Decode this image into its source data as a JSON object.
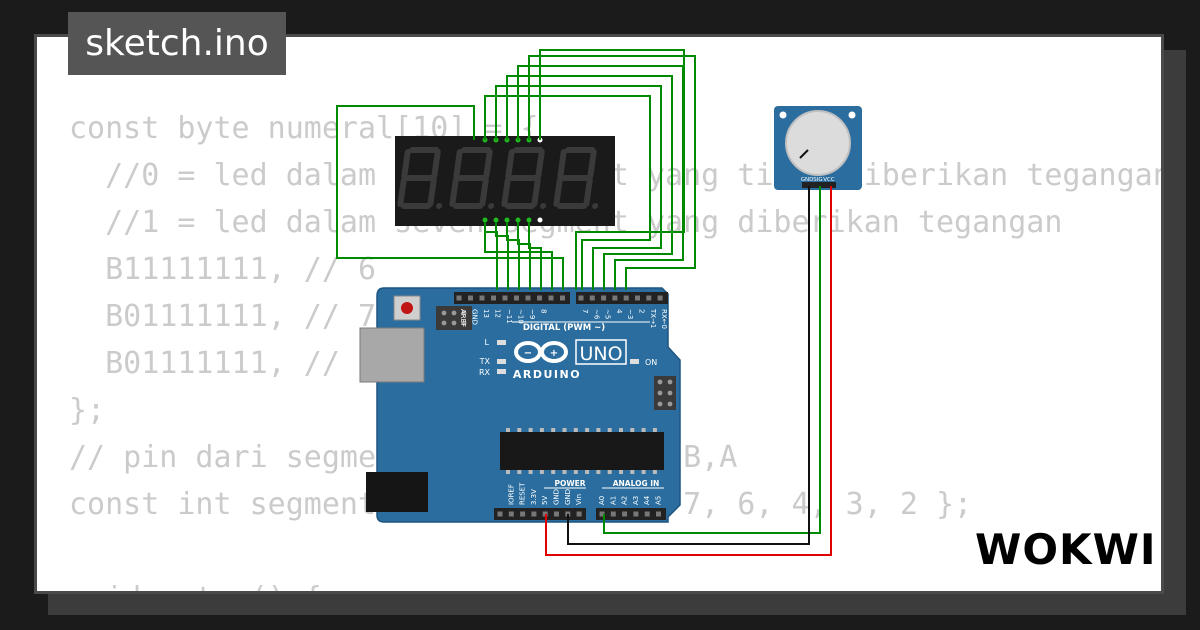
{
  "file_tab": {
    "label": "sketch.ino"
  },
  "code_lines": [
    "const byte numeral[10] = {",
    "  //0 = led dalam seven segment yang tidak diberikan tegangan",
    "  //1 = led dalam seven segment yang diberikan tegangan",
    "  B11111111, // 6",
    "  B01111111, // 7",
    "  B01111111, // 8",
    "};",
    "// pin dari segment A,B,C,D,E,F,G,B,A",
    "const int segmentPins[] = { 9, 8, 7, 6, 4, 3, 2 };",
    "",
    "void setup() {"
  ],
  "arduino": {
    "brand": "ARDUINO",
    "model": "UNO",
    "on_label": "ON",
    "l_label": "L",
    "tx_label": "TX",
    "rx_label": "RX",
    "digital_label": "DIGITAL (PWM ~)",
    "power_label": "POWER",
    "analog_label": "ANALOG IN",
    "top_pins": [
      "AREF",
      "GND",
      "13",
      "12",
      "~11",
      "~10",
      "~9",
      "8",
      "7",
      "~6",
      "~5",
      "4",
      "~3",
      "2",
      "TX→1",
      "RX←0"
    ],
    "power_pins": [
      "IOREF",
      "RESET",
      "3.3V",
      "5V",
      "GND",
      "GND",
      "Vin"
    ],
    "analog_pins": [
      "A0",
      "A1",
      "A2",
      "A3",
      "A4",
      "A5"
    ]
  },
  "potentiometer": {
    "pin_labels": [
      "GND",
      "SIG",
      "VCC"
    ]
  },
  "display": {
    "digit_count": 4
  },
  "colors": {
    "wire_green": "#008a00",
    "wire_red": "#e00000",
    "wire_black": "#111111",
    "board_blue": "#2a6d9e",
    "code_gray": "#cbcbcb",
    "tab_bg": "#555555"
  },
  "brand_logo": "WOKWI"
}
